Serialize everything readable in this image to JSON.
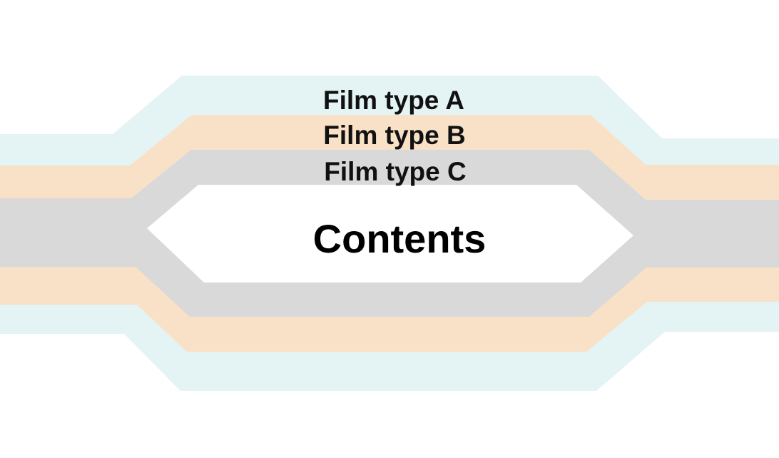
{
  "layers": {
    "a": {
      "label": "Film type A",
      "color": "#E4F3F3"
    },
    "b": {
      "label": "Film type B",
      "color": "#F8E1C7"
    },
    "c": {
      "label": "Film type C",
      "color": "#D9D9D9"
    }
  },
  "contents": {
    "label": "Contents",
    "color": "#FFFFFF"
  }
}
